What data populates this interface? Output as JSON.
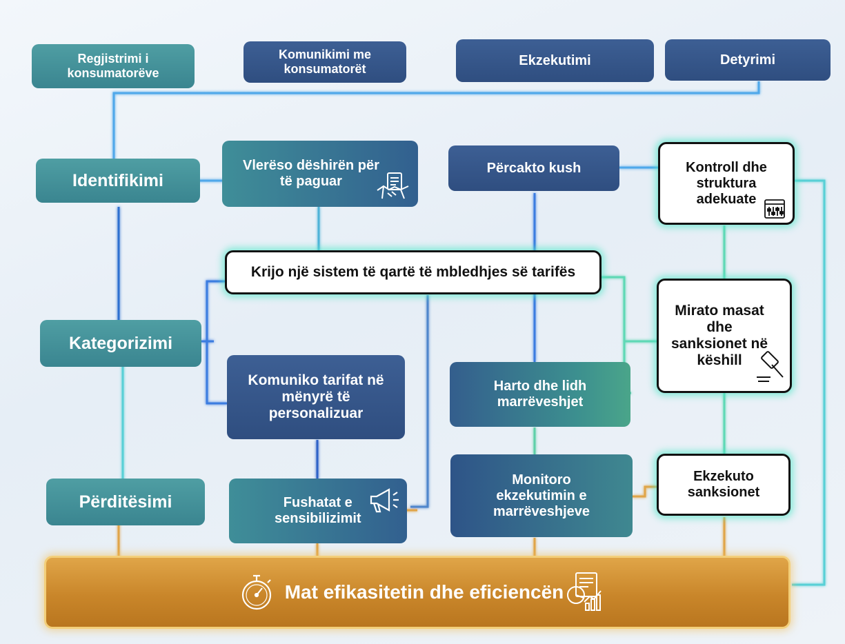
{
  "headers": [
    "Regjistrimi i\nkonsumatorëve",
    "Komunikimi me\nkonsumatorët",
    "Ekzekutimi",
    "Detyrimi"
  ],
  "stages": [
    "Identifikimi",
    "Kategorizimi",
    "Përditësimi"
  ],
  "communication": {
    "willingness": "Vlerëso dëshirën për\ntë paguar",
    "personalized": "Komuniko tarifat në\nmënyrë të\npersonalizuar",
    "campaigns": "Fushatat e\nsensibilizimit"
  },
  "system": "Krijo një sistem të qartë të mbledhjes së tarifës",
  "execution": {
    "who": "Përcakto kush",
    "agreements": "Harto dhe lidh\nmarrëveshjet",
    "monitor": "Monitoro\nekzekutimin e\nmarrëveshjeve"
  },
  "obligation": {
    "control": "Kontroll dhe\nstruktura\nadekuate",
    "approve": "Mirato masat\ndhe\nsanksionet në\nkëshill",
    "enforce": "Ekzekuto\nsanksionet"
  },
  "footer": "Mat efikasitetin dhe eficiencën",
  "icons": {
    "handshake": "handshake-icon",
    "settings_panel": "settings-panel-icon",
    "gavel": "gavel-icon",
    "megaphone": "megaphone-icon",
    "stopwatch": "stopwatch-icon",
    "report_chart": "report-chart-icon"
  },
  "colors": {
    "teal": "#3f8f95",
    "navy": "#2f4e80",
    "gold": "#c9862a",
    "glow": "#50e6c8"
  }
}
